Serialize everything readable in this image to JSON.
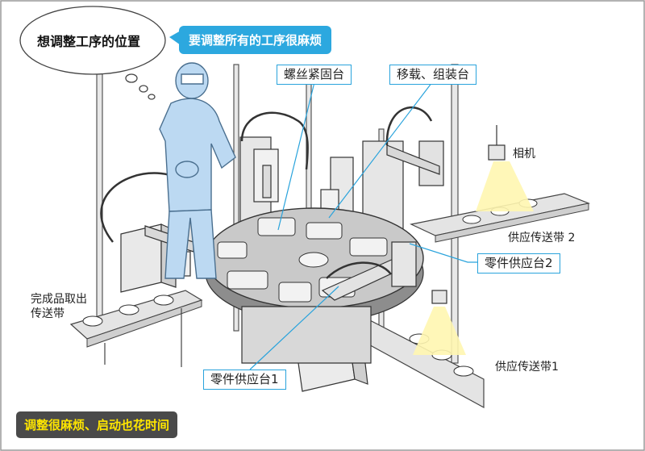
{
  "thought_bubble": {
    "text": "想调整工序的位置"
  },
  "top_tag": {
    "text": "要调整所有的工序很麻烦"
  },
  "callouts": {
    "screw_station": "螺丝紧固台",
    "transfer_station": "移载、组装台",
    "parts_feed_2": "零件供应台2",
    "parts_feed_1": "零件供应台1"
  },
  "labels": {
    "camera": "相机",
    "conveyor_2": "供应传送带 2",
    "conveyor_1": "供应传送带1",
    "output_conveyor_line1": "完成品取出",
    "output_conveyor_line2": "传送带"
  },
  "bottom_tag": {
    "text": "调整很麻烦、启动也花时间"
  },
  "colors": {
    "accent_blue": "#2ca8df",
    "worker_blue": "#bcd9f2",
    "machine_gray": "#dcdcdc",
    "table_gray": "#c9c9c9",
    "dark_tag": "#4a4a4a",
    "tag_text_yellow": "#ffe600"
  }
}
